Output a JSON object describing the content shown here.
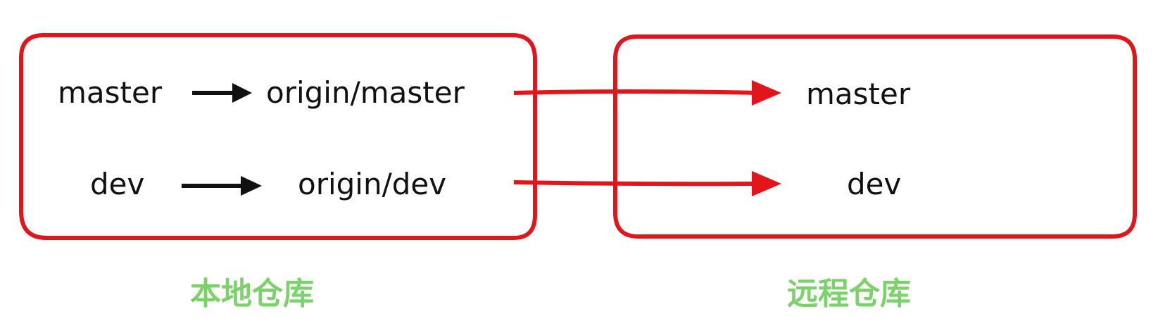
{
  "local_repo": {
    "caption": "本地仓库",
    "rows": [
      {
        "local_branch": "master",
        "tracking_branch": "origin/master"
      },
      {
        "local_branch": "dev",
        "tracking_branch": "origin/dev"
      }
    ]
  },
  "remote_repo": {
    "caption": "远程仓库",
    "branches": [
      "master",
      "dev"
    ]
  },
  "colors": {
    "box_border": "#e0161c",
    "push_arrow": "#e0161c",
    "track_arrow": "#111111",
    "caption": "#7bd16a",
    "text": "#111111"
  }
}
